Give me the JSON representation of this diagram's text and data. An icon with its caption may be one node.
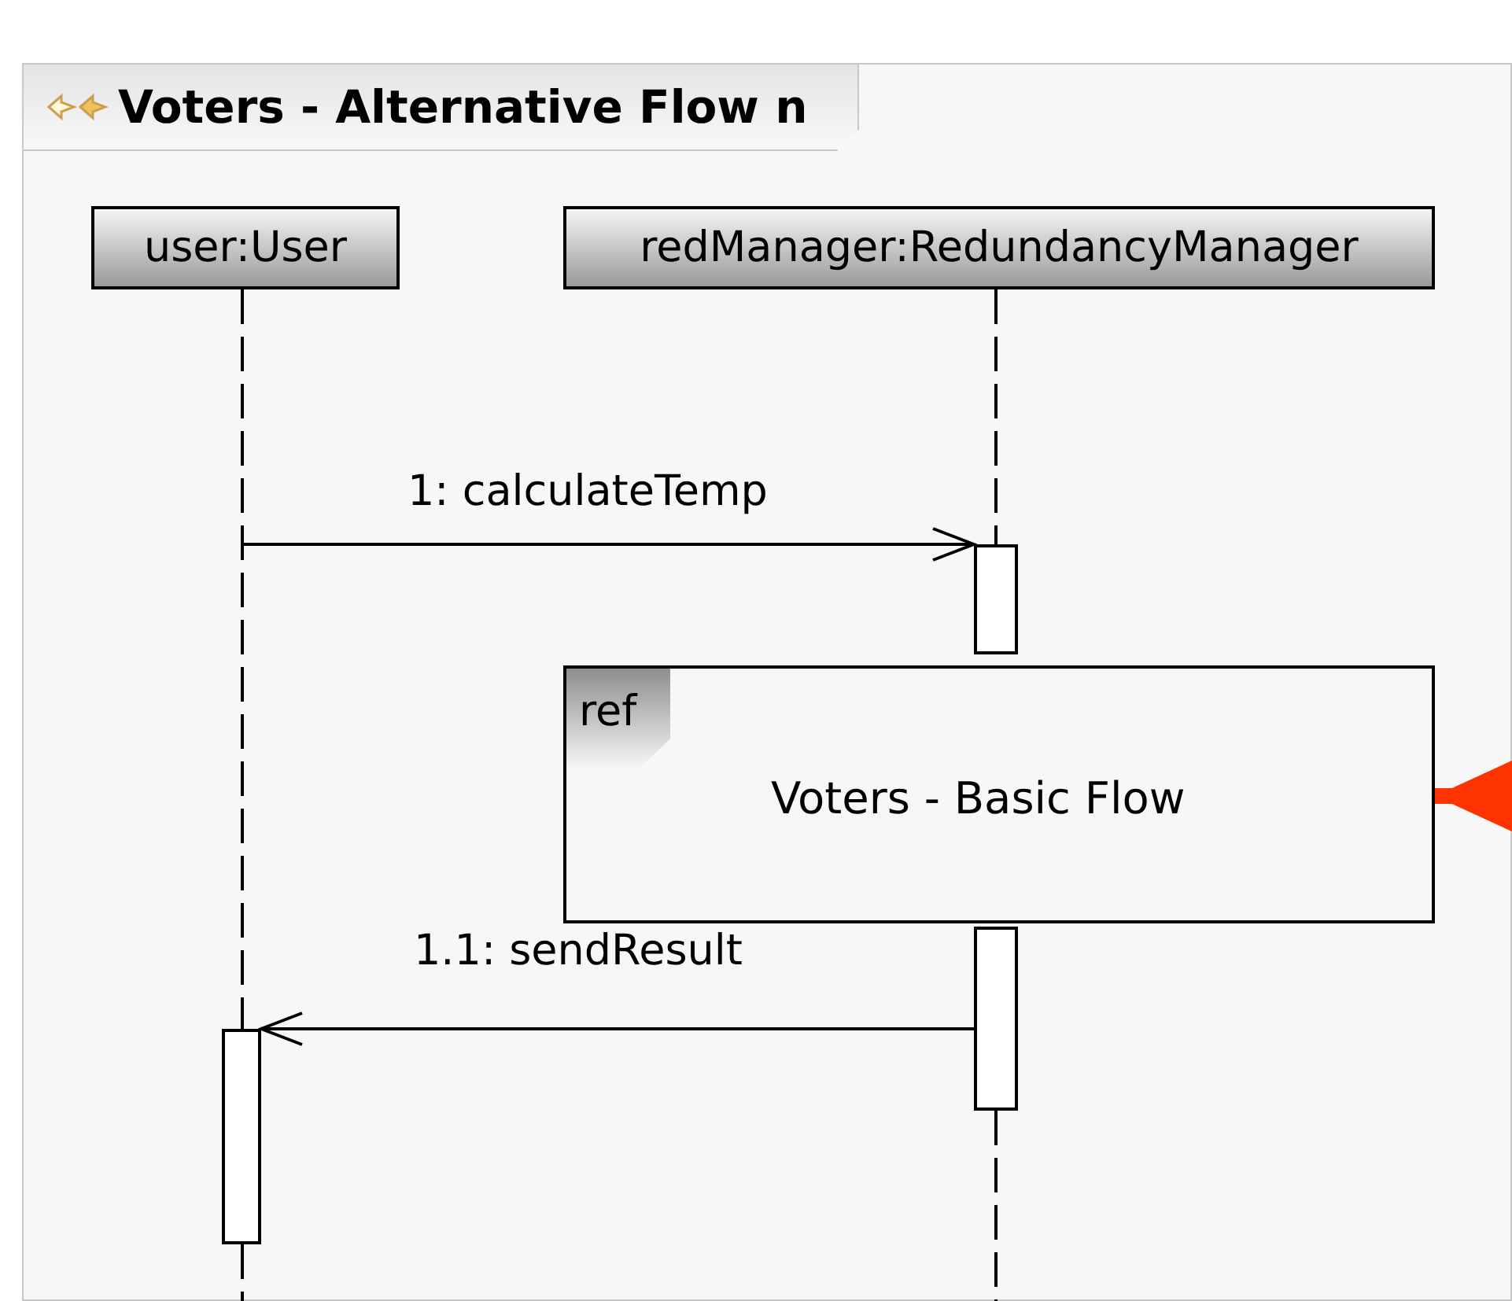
{
  "diagram": {
    "nodes": [
      {
        "text": [
          "Voters - Alternative Flow n"
        ]
      },
      {
        "text": [
          "user:User"
        ],
        "in": 0
      },
      {
        "text": [
          "redManager:RedundancyManager"
        ],
        "in": 0
      },
      {
        "text": [],
        "shape": "bar",
        "in": 0
      },
      {
        "text": [
          "ref",
          "Voters - Basic Flow"
        ],
        "in": 0
      },
      {
        "text": [],
        "shape": "bar",
        "in": 0
      },
      {
        "text": [],
        "shape": "bar",
        "in": 0
      }
    ],
    "edges": [
      {
        "from": null,
        "to": 3,
        "arrow": "to",
        "label": "1: calculateTemp"
      },
      {
        "from": 5,
        "to": 6,
        "arrow": "to",
        "label": "1.1: sendResult"
      },
      {
        "from": 1,
        "to": 6,
        "arrow": "none",
        "style": "dashed"
      },
      {
        "from": 2,
        "to": 3,
        "arrow": "none",
        "style": "dashed"
      },
      {
        "from": 6,
        "to": null,
        "arrow": "none",
        "style": "dashed"
      },
      {
        "from": 5,
        "to": null,
        "arrow": "none",
        "style": "dashed"
      },
      {
        "from": null,
        "to": 4,
        "arrow": "to",
        "style": "thick",
        "color": "#ff3300"
      }
    ]
  }
}
